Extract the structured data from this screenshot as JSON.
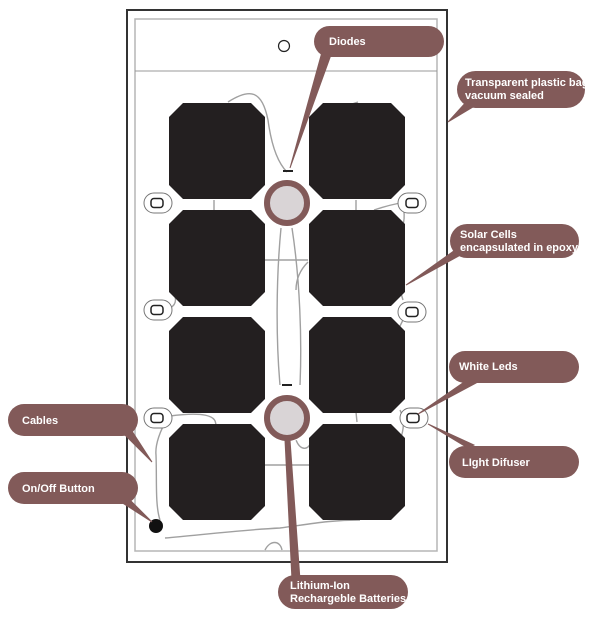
{
  "diagram": {
    "title": "Solar lamp components",
    "colors": {
      "callout": "#825a59",
      "cell": "#231f20",
      "battery_fill": "#d9d4d6",
      "frame": "#333333",
      "inner_frame": "#b5b5b5",
      "cable": "#a0a0a0"
    },
    "callouts": [
      {
        "id": "diodes",
        "lines": [
          "Diodes"
        ]
      },
      {
        "id": "bag",
        "lines": [
          "Transparent plastic bag",
          "vacuum sealed"
        ]
      },
      {
        "id": "cells",
        "lines": [
          "Solar Cells",
          "encapsulated in epoxy"
        ]
      },
      {
        "id": "leds",
        "lines": [
          "White Leds"
        ]
      },
      {
        "id": "diffuser",
        "lines": [
          "LIght Difuser"
        ]
      },
      {
        "id": "cables",
        "lines": [
          "Cables"
        ]
      },
      {
        "id": "button",
        "lines": [
          "On/Off Button"
        ]
      },
      {
        "id": "batteries",
        "lines": [
          "Lithium-Ion",
          "Rechargeble Batteries"
        ]
      }
    ],
    "solar_cell_count": 8,
    "led_count": 6,
    "battery_count": 2
  }
}
